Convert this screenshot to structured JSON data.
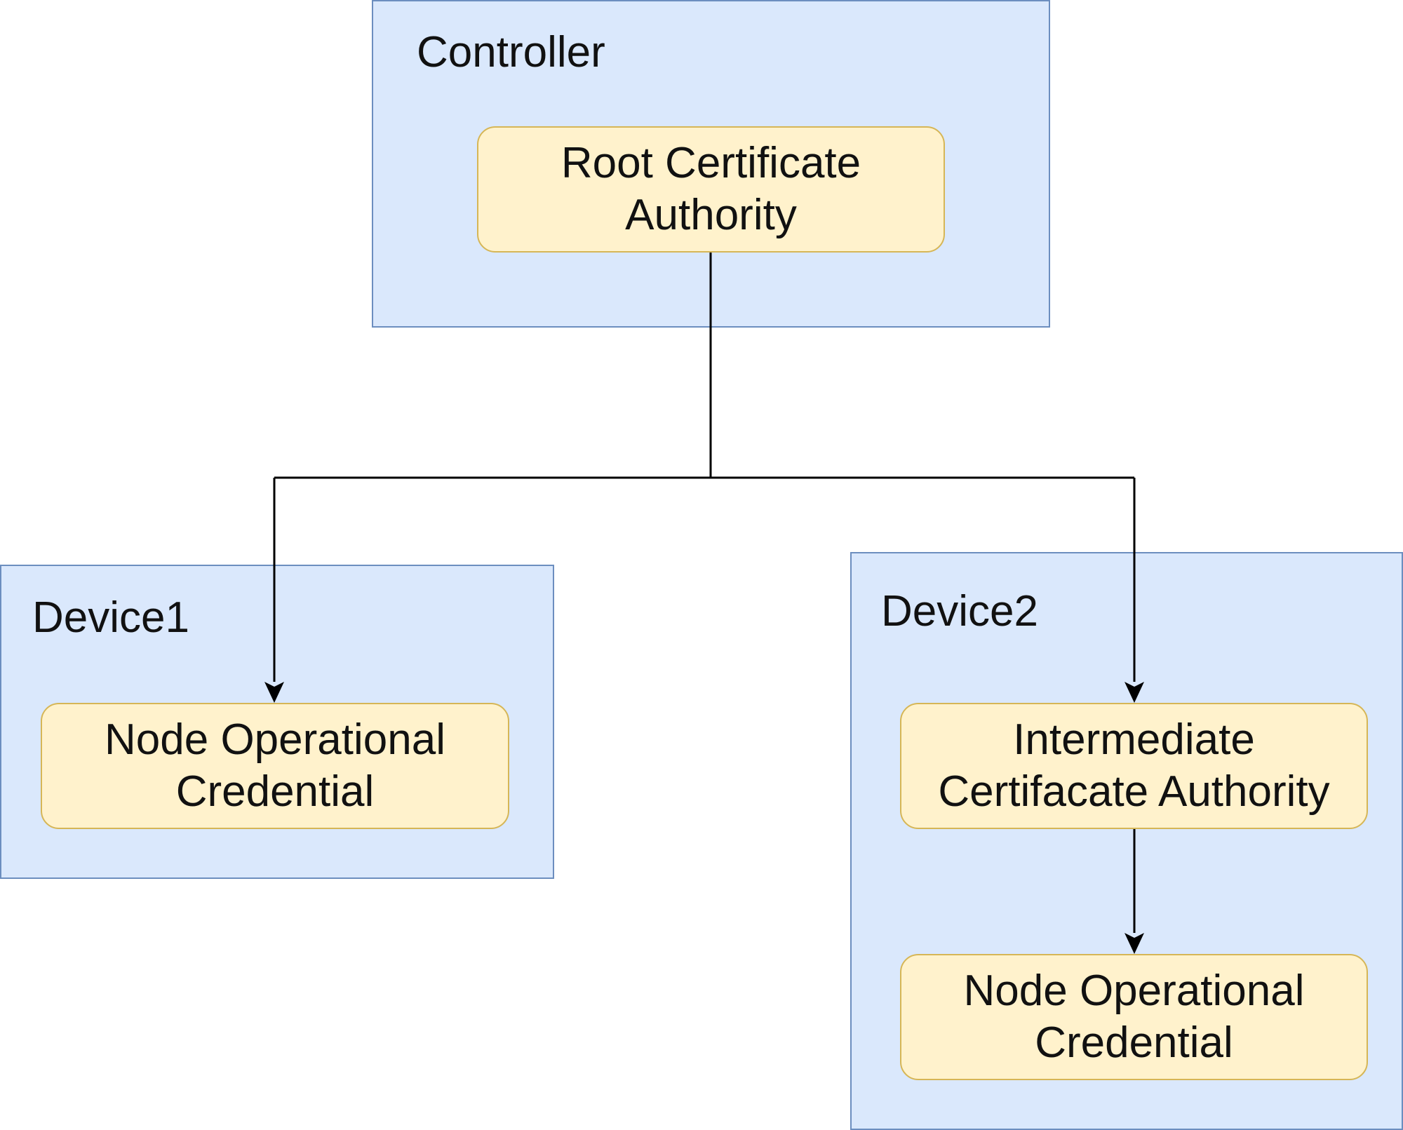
{
  "diagram": {
    "groups": {
      "controller": {
        "label": "Controller"
      },
      "device1": {
        "label": "Device1"
      },
      "device2": {
        "label": "Device2"
      }
    },
    "nodes": {
      "root_ca": {
        "lines": [
          "Root Certificate",
          "Authority"
        ]
      },
      "device1_noc": {
        "lines": [
          "Node Operational",
          "Credential"
        ]
      },
      "device2_ica": {
        "lines": [
          "Intermediate",
          "Certifacate Authority"
        ]
      },
      "device2_noc": {
        "lines": [
          "Node Operational",
          "Credential"
        ]
      }
    },
    "edges": [
      {
        "from": "root_ca",
        "to": "device1_noc"
      },
      {
        "from": "root_ca",
        "to": "device2_ica"
      },
      {
        "from": "device2_ica",
        "to": "device2_noc"
      }
    ],
    "colors": {
      "group_fill": "#dae8fc",
      "group_stroke": "#6c8ebf",
      "node_fill": "#fff2cc",
      "node_stroke": "#d6b656",
      "edge": "#000000"
    }
  }
}
